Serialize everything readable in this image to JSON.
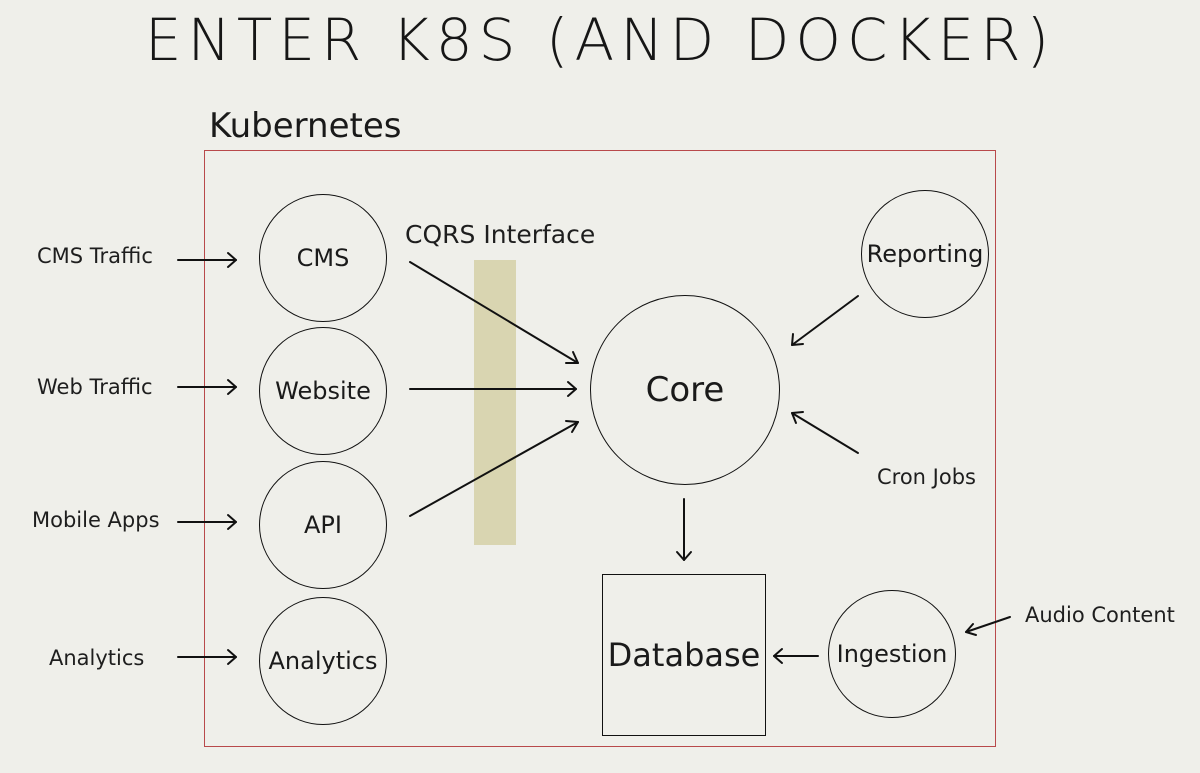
{
  "title": "ENTER K8S (AND DOCKER)",
  "cluster_label": "Kubernetes",
  "cqrs_label": "CQRS Interface",
  "colors": {
    "background": "#efefea",
    "cluster_border": "#b8494b",
    "cqrs_bar": "#d9d5b1",
    "ink": "#111111"
  },
  "external_sources": {
    "cms_traffic": "CMS Traffic",
    "web_traffic": "Web Traffic",
    "mobile_apps": "Mobile Apps",
    "analytics": "Analytics",
    "audio_content": "Audio Content"
  },
  "services": {
    "cms": "CMS",
    "website": "Website",
    "api": "API",
    "analytics": "Analytics",
    "core": "Core",
    "reporting": "Reporting",
    "ingestion": "Ingestion",
    "database": "Database",
    "cron_jobs": "Cron Jobs"
  }
}
